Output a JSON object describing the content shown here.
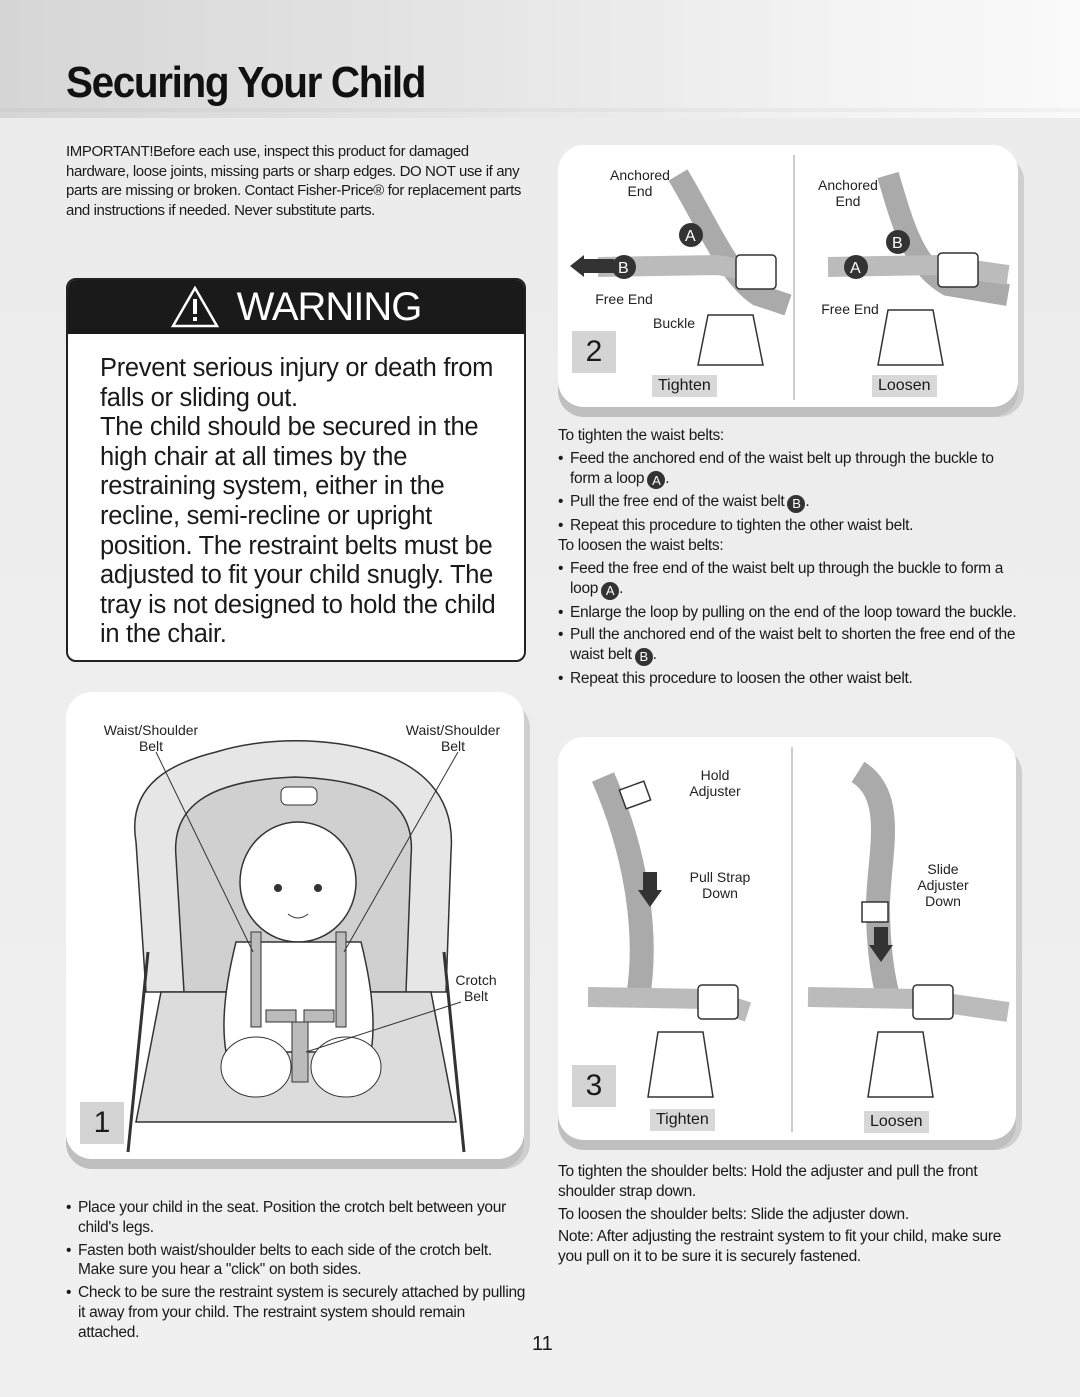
{
  "page": {
    "title": "Securing Your Child",
    "page_number": "11"
  },
  "important": {
    "lead": "IMPORTANT!",
    "text": "Before each use, inspect this product for damaged hardware, loose joints, missing parts or sharp edges. DO NOT use if any parts are missing or broken. Contact Fisher-Price® for replacement parts and instructions if needed. Never substitute parts."
  },
  "warning": {
    "heading": "WARNING",
    "paragraph_1": "Prevent serious injury or death from falls or sliding out.",
    "paragraph_2": "The child should be secured in the high chair at all times by the restraining system, either in the recline, semi-recline or upright position. The restraint belts must be adjusted to fit your child snugly. The tray is not designed to hold the child in the chair."
  },
  "figure_1": {
    "number": "1",
    "label_left": "Waist/Shoulder Belt",
    "label_right": "Waist/Shoulder Belt",
    "label_crotch": "Crotch Belt"
  },
  "figure_2": {
    "number": "2",
    "left": {
      "anchored_end": "Anchored End",
      "free_end": "Free End",
      "buckle": "Buckle",
      "marker_a": "A",
      "marker_b": "B",
      "caption": "Tighten"
    },
    "right": {
      "anchored_end": "Anchored End",
      "free_end": "Free End",
      "marker_a": "A",
      "marker_b": "B",
      "caption": "Loosen"
    }
  },
  "figure_3": {
    "number": "3",
    "left": {
      "hold_adjuster": "Hold Adjuster",
      "pull_strap_down": "Pull Strap Down",
      "caption": "Tighten"
    },
    "right": {
      "slide_adjuster_down": "Slide Adjuster Down",
      "caption": "Loosen"
    }
  },
  "left_bullets": [
    "Place your child in the seat. Position the crotch belt between your child's legs.",
    "Fasten both waist/shoulder belts to each side of the crotch belt. Make sure you hear a \"click\" on both sides.",
    "Check to be sure the restraint system is securely attached by pulling it away from your child. The restraint system should remain attached."
  ],
  "waist_instructions": {
    "tighten_heading": "To tighten the waist belts:",
    "tighten_items": [
      {
        "text": "Feed the anchored end of the waist belt up through the buckle to form a loop",
        "marker": "A"
      },
      {
        "text": "Pull the free end of the waist belt",
        "marker": "B"
      },
      {
        "text": "Repeat this procedure to tighten the other waist belt.",
        "marker": ""
      }
    ],
    "loosen_heading": "To loosen the waist belts:",
    "loosen_items": [
      {
        "text": "Feed the free end of the waist belt up through the buckle to form a loop",
        "marker": "A"
      },
      {
        "text": "Enlarge the loop by pulling on the end of the loop toward the buckle.",
        "marker": ""
      },
      {
        "text": "Pull the anchored end of the waist belt to shorten the free end of the waist belt",
        "marker": "B"
      },
      {
        "text": "Repeat this procedure to loosen the other waist belt.",
        "marker": ""
      }
    ]
  },
  "shoulder_instructions": {
    "tighten": "To tighten the shoulder belts: Hold the adjuster and pull the front shoulder strap down.",
    "loosen": "To loosen the shoulder belts: Slide the adjuster down.",
    "note": "Note: After adjusting the restraint system to fit your child, make sure you pull on it to be sure it is securely fastened."
  }
}
